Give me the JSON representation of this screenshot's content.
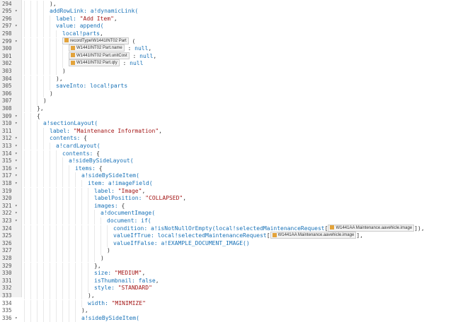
{
  "lines": [
    {
      "num": "294",
      "fold": false,
      "indent": 4,
      "parts": [
        [
          "p",
          "),"
        ]
      ]
    },
    {
      "num": "295",
      "fold": true,
      "indent": 4,
      "parts": [
        [
          "k",
          "addRowLink: "
        ],
        [
          "f",
          "a!dynamicLink("
        ]
      ]
    },
    {
      "num": "296",
      "fold": false,
      "indent": 5,
      "parts": [
        [
          "k",
          "label: "
        ],
        [
          "s",
          "\"Add Item\""
        ],
        [
          "p",
          ","
        ]
      ]
    },
    {
      "num": "297",
      "fold": true,
      "indent": 5,
      "parts": [
        [
          "k",
          "value: "
        ],
        [
          "f",
          "append("
        ]
      ]
    },
    {
      "num": "298",
      "fold": false,
      "indent": 6,
      "parts": [
        [
          "n",
          "local!parts"
        ],
        [
          "p",
          ","
        ]
      ]
    },
    {
      "num": "299",
      "fold": true,
      "indent": 6,
      "parts": [
        [
          "tok",
          "recordType!W1441INT02 Part"
        ],
        [
          "p",
          " ("
        ]
      ]
    },
    {
      "num": "300",
      "fold": false,
      "indent": 7,
      "parts": [
        [
          "tok",
          "W1441INT02 Part.name"
        ],
        [
          "p",
          " : "
        ],
        [
          "n",
          "null"
        ],
        [
          "p",
          ","
        ]
      ]
    },
    {
      "num": "301",
      "fold": false,
      "indent": 7,
      "parts": [
        [
          "tok",
          "W1441INT02 Part.unitCost"
        ],
        [
          "p",
          " : "
        ],
        [
          "n",
          "null"
        ],
        [
          "p",
          ","
        ]
      ]
    },
    {
      "num": "302",
      "fold": false,
      "indent": 7,
      "parts": [
        [
          "tok",
          "W1441INT02 Part.qty"
        ],
        [
          "p",
          " : "
        ],
        [
          "n",
          "null"
        ]
      ]
    },
    {
      "num": "303",
      "fold": false,
      "indent": 6,
      "parts": [
        [
          "p",
          ")"
        ]
      ]
    },
    {
      "num": "304",
      "fold": false,
      "indent": 5,
      "parts": [
        [
          "p",
          "),"
        ]
      ]
    },
    {
      "num": "305",
      "fold": false,
      "indent": 5,
      "parts": [
        [
          "k",
          "saveInto: "
        ],
        [
          "n",
          "local!parts"
        ]
      ]
    },
    {
      "num": "306",
      "fold": false,
      "indent": 4,
      "parts": [
        [
          "p",
          ")"
        ]
      ]
    },
    {
      "num": "307",
      "fold": false,
      "indent": 3,
      "parts": [
        [
          "p",
          ")"
        ]
      ]
    },
    {
      "num": "308",
      "fold": false,
      "indent": 2,
      "parts": [
        [
          "p",
          "},"
        ]
      ]
    },
    {
      "num": "309",
      "fold": true,
      "indent": 2,
      "parts": [
        [
          "p",
          "{"
        ]
      ]
    },
    {
      "num": "310",
      "fold": true,
      "indent": 3,
      "parts": [
        [
          "f",
          "a!sectionLayout("
        ]
      ]
    },
    {
      "num": "311",
      "fold": false,
      "indent": 4,
      "parts": [
        [
          "k",
          "label: "
        ],
        [
          "s",
          "\"Maintenance Information\""
        ],
        [
          "p",
          ","
        ]
      ]
    },
    {
      "num": "312",
      "fold": true,
      "indent": 4,
      "parts": [
        [
          "k",
          "contents: "
        ],
        [
          "p",
          "{"
        ]
      ]
    },
    {
      "num": "313",
      "fold": true,
      "indent": 5,
      "parts": [
        [
          "f",
          "a!cardLayout("
        ]
      ]
    },
    {
      "num": "314",
      "fold": true,
      "indent": 6,
      "parts": [
        [
          "k",
          "contents: "
        ],
        [
          "p",
          "{"
        ]
      ]
    },
    {
      "num": "315",
      "fold": true,
      "indent": 7,
      "parts": [
        [
          "f",
          "a!sideBySideLayout("
        ]
      ]
    },
    {
      "num": "316",
      "fold": true,
      "indent": 8,
      "parts": [
        [
          "k",
          "items: "
        ],
        [
          "p",
          "{"
        ]
      ]
    },
    {
      "num": "317",
      "fold": true,
      "indent": 9,
      "parts": [
        [
          "f",
          "a!sideBySideItem("
        ]
      ]
    },
    {
      "num": "318",
      "fold": true,
      "indent": 10,
      "parts": [
        [
          "k",
          "item: "
        ],
        [
          "f",
          "a!imageField("
        ]
      ]
    },
    {
      "num": "319",
      "fold": false,
      "indent": 11,
      "parts": [
        [
          "k",
          "label: "
        ],
        [
          "s",
          "\"Image\""
        ],
        [
          "p",
          ","
        ]
      ]
    },
    {
      "num": "320",
      "fold": false,
      "indent": 11,
      "parts": [
        [
          "k",
          "labelPosition: "
        ],
        [
          "s",
          "\"COLLAPSED\""
        ],
        [
          "p",
          ","
        ]
      ]
    },
    {
      "num": "321",
      "fold": true,
      "indent": 11,
      "parts": [
        [
          "k",
          "images: "
        ],
        [
          "p",
          "{"
        ]
      ]
    },
    {
      "num": "322",
      "fold": true,
      "indent": 12,
      "parts": [
        [
          "f",
          "a!documentImage("
        ]
      ]
    },
    {
      "num": "323",
      "fold": true,
      "indent": 13,
      "parts": [
        [
          "k",
          "document: "
        ],
        [
          "f",
          "if("
        ]
      ]
    },
    {
      "num": "324",
      "fold": false,
      "indent": 14,
      "parts": [
        [
          "k",
          "condition: "
        ],
        [
          "f",
          "a!isNotNullOrEmpty("
        ],
        [
          "n",
          "local!selectedMaintenanceRequest"
        ],
        [
          "p",
          "["
        ],
        [
          "tok",
          "W1441AA Maintenance.aavehicle.image"
        ],
        [
          "p",
          "]),"
        ]
      ]
    },
    {
      "num": "325",
      "fold": false,
      "indent": 14,
      "parts": [
        [
          "k",
          "valueIfTrue: "
        ],
        [
          "n",
          "local!selectedMaintenanceRequest"
        ],
        [
          "p",
          "["
        ],
        [
          "tok",
          "W1441AA Maintenance.aavehicle.image"
        ],
        [
          "p",
          "],"
        ]
      ]
    },
    {
      "num": "326",
      "fold": false,
      "indent": 14,
      "parts": [
        [
          "k",
          "valueIfFalse: "
        ],
        [
          "f",
          "a!EXAMPLE_DOCUMENT_IMAGE()"
        ]
      ]
    },
    {
      "num": "327",
      "fold": false,
      "indent": 13,
      "parts": [
        [
          "p",
          ")"
        ]
      ]
    },
    {
      "num": "328",
      "fold": false,
      "indent": 12,
      "parts": [
        [
          "p",
          ")"
        ]
      ]
    },
    {
      "num": "329",
      "fold": false,
      "indent": 11,
      "parts": [
        [
          "p",
          "},"
        ]
      ]
    },
    {
      "num": "330",
      "fold": false,
      "indent": 11,
      "parts": [
        [
          "k",
          "size: "
        ],
        [
          "s",
          "\"MEDIUM\""
        ],
        [
          "p",
          ","
        ]
      ]
    },
    {
      "num": "331",
      "fold": false,
      "indent": 11,
      "parts": [
        [
          "k",
          "isThumbnail: "
        ],
        [
          "n",
          "false"
        ],
        [
          "p",
          ","
        ]
      ]
    },
    {
      "num": "332",
      "fold": false,
      "indent": 11,
      "parts": [
        [
          "k",
          "style: "
        ],
        [
          "s",
          "\"STANDARD\""
        ]
      ]
    },
    {
      "num": "333",
      "fold": false,
      "indent": 10,
      "parts": [
        [
          "p",
          "),"
        ]
      ]
    },
    {
      "num": "334",
      "fold": false,
      "indent": 10,
      "parts": [
        [
          "k",
          "width: "
        ],
        [
          "s",
          "\"MINIMIZE\""
        ]
      ]
    },
    {
      "num": "335",
      "fold": false,
      "indent": 9,
      "parts": [
        [
          "p",
          "),"
        ]
      ]
    },
    {
      "num": "336",
      "fold": true,
      "indent": 9,
      "parts": [
        [
          "f",
          "a!sideBySideItem("
        ]
      ]
    }
  ]
}
